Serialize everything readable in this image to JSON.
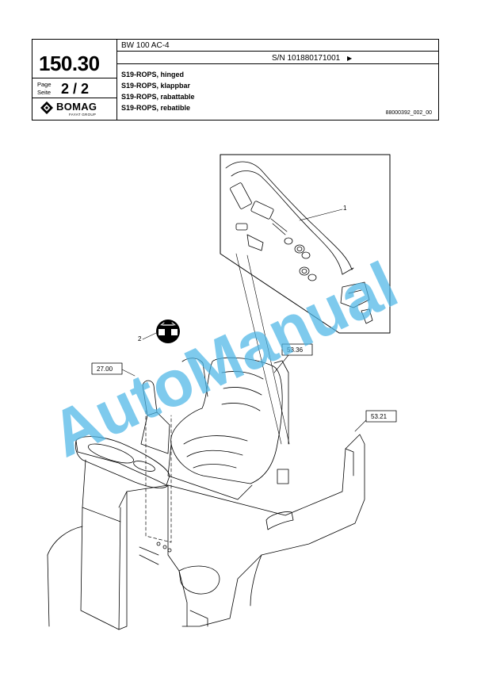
{
  "header": {
    "doc_number": "150.30",
    "model": "BW 100 AC-4",
    "serial": "S/N 101880171001",
    "serial_arrow": "▶",
    "page_label_1": "Page",
    "page_label_2": "Seite",
    "page_number": "2 / 2",
    "titles": [
      "S19-ROPS, hinged",
      "S19-ROPS, klappbar",
      "S19-ROPS, rabattable",
      "S19-ROPS, rebatible"
    ],
    "image_code": "88000392_002_00"
  },
  "brand": {
    "name": "BOMAG",
    "sub": "FAYAT GROUP",
    "icon": "bomag-logo-icon"
  },
  "callouts": {
    "c1": "1",
    "c2": "2",
    "c27": "27.00",
    "c5336": "53.36",
    "c5321": "53.21"
  },
  "watermark": "AutoManual",
  "colors": {
    "watermark": "#4cb6e6",
    "line": "#000000"
  }
}
